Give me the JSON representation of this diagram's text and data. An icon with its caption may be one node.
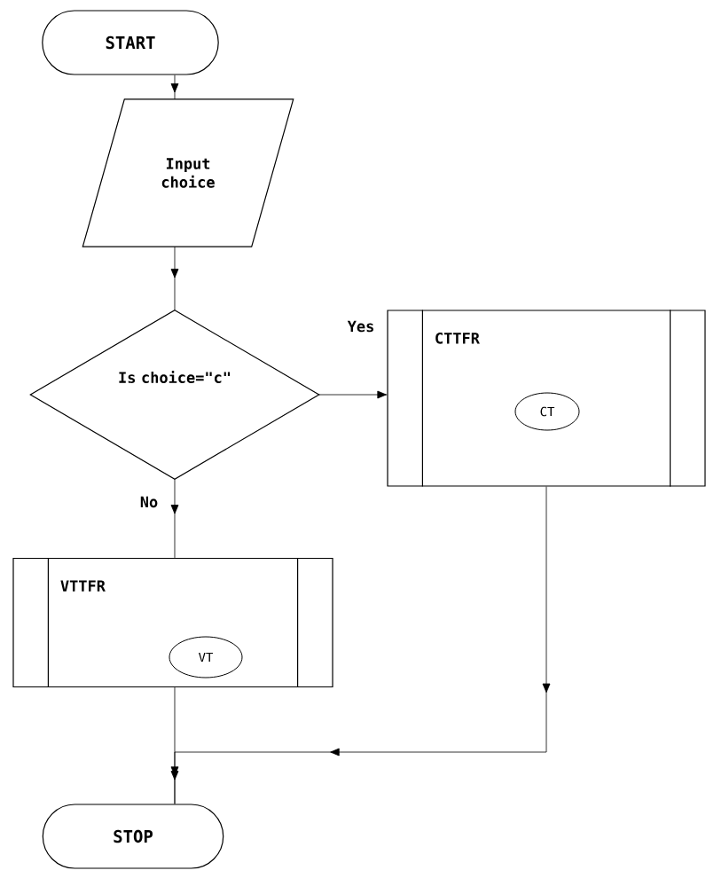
{
  "diagram": {
    "nodes": [
      {
        "text": [
          "START"
        ]
      },
      {
        "text": [
          "Input choice"
        ]
      },
      {
        "text": [
          "Is choice=\"c\""
        ]
      },
      {
        "text": [
          "CTTFR"
        ]
      },
      {
        "text": [
          "CT"
        ],
        "in": 3
      },
      {
        "text": [
          "VTTFR"
        ]
      },
      {
        "text": [
          "VT"
        ],
        "in": 5
      },
      {
        "text": [
          "STOP"
        ]
      }
    ],
    "edges": [
      {
        "from": 0,
        "to": 1,
        "arrow": "to"
      },
      {
        "from": 1,
        "to": 2,
        "arrow": "to"
      },
      {
        "from": 2,
        "to": 3,
        "arrow": "to",
        "label": "Yes"
      },
      {
        "from": 2,
        "to": 5,
        "arrow": "to",
        "label": "No"
      },
      {
        "from": 5,
        "to": 7,
        "arrow": "to"
      },
      {
        "from": 3,
        "to": 7,
        "arrow": "to"
      }
    ]
  }
}
